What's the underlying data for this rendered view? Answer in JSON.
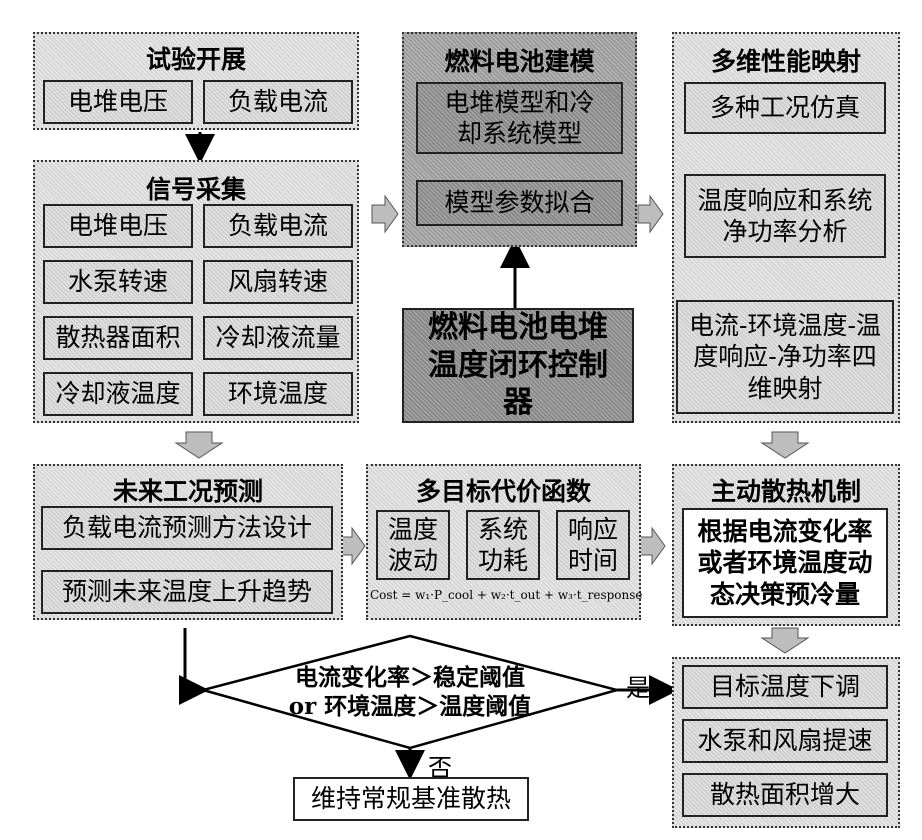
{
  "experiment": {
    "title": "试验开展",
    "items": [
      "电堆电压",
      "负载电流"
    ]
  },
  "signal": {
    "title": "信号采集",
    "items": [
      "电堆电压",
      "负载电流",
      "水泵转速",
      "风扇转速",
      "散热器面积",
      "冷却液流量",
      "冷却液温度",
      "环境温度"
    ]
  },
  "modeling": {
    "title": "燃料电池建模",
    "items": [
      "电堆模型和冷却系统模型",
      "模型参数拟合"
    ]
  },
  "controller": {
    "label": "燃料电池电堆温度闭环控制器"
  },
  "mapping": {
    "title": "多维性能映射",
    "items": [
      "多种工况仿真",
      "温度响应和系统净功率分析",
      "电流-环境温度-温度响应-净功率四维映射"
    ]
  },
  "forecast": {
    "title": "未来工况预测",
    "items": [
      "负载电流预测方法设计",
      "预测未来温度上升趋势"
    ]
  },
  "cost": {
    "title": "多目标代价函数",
    "items": [
      "温度波动",
      "系统功耗",
      "响应时间"
    ],
    "formula": "Cost = w₁·P_cool + w₂·t_out + w₃·t_response"
  },
  "active": {
    "title": "主动散热机制",
    "decision": "根据电流变化率或者环境温度动态决策预冷量",
    "actions": [
      "目标温度下调",
      "水泵和风扇提速",
      "散热面积增大"
    ]
  },
  "condition": {
    "line1": "电流变化率＞稳定阈值",
    "line2": "or 环境温度＞温度阈值",
    "yes": "是",
    "no": "否"
  },
  "default_action": "维持常规基准散热"
}
